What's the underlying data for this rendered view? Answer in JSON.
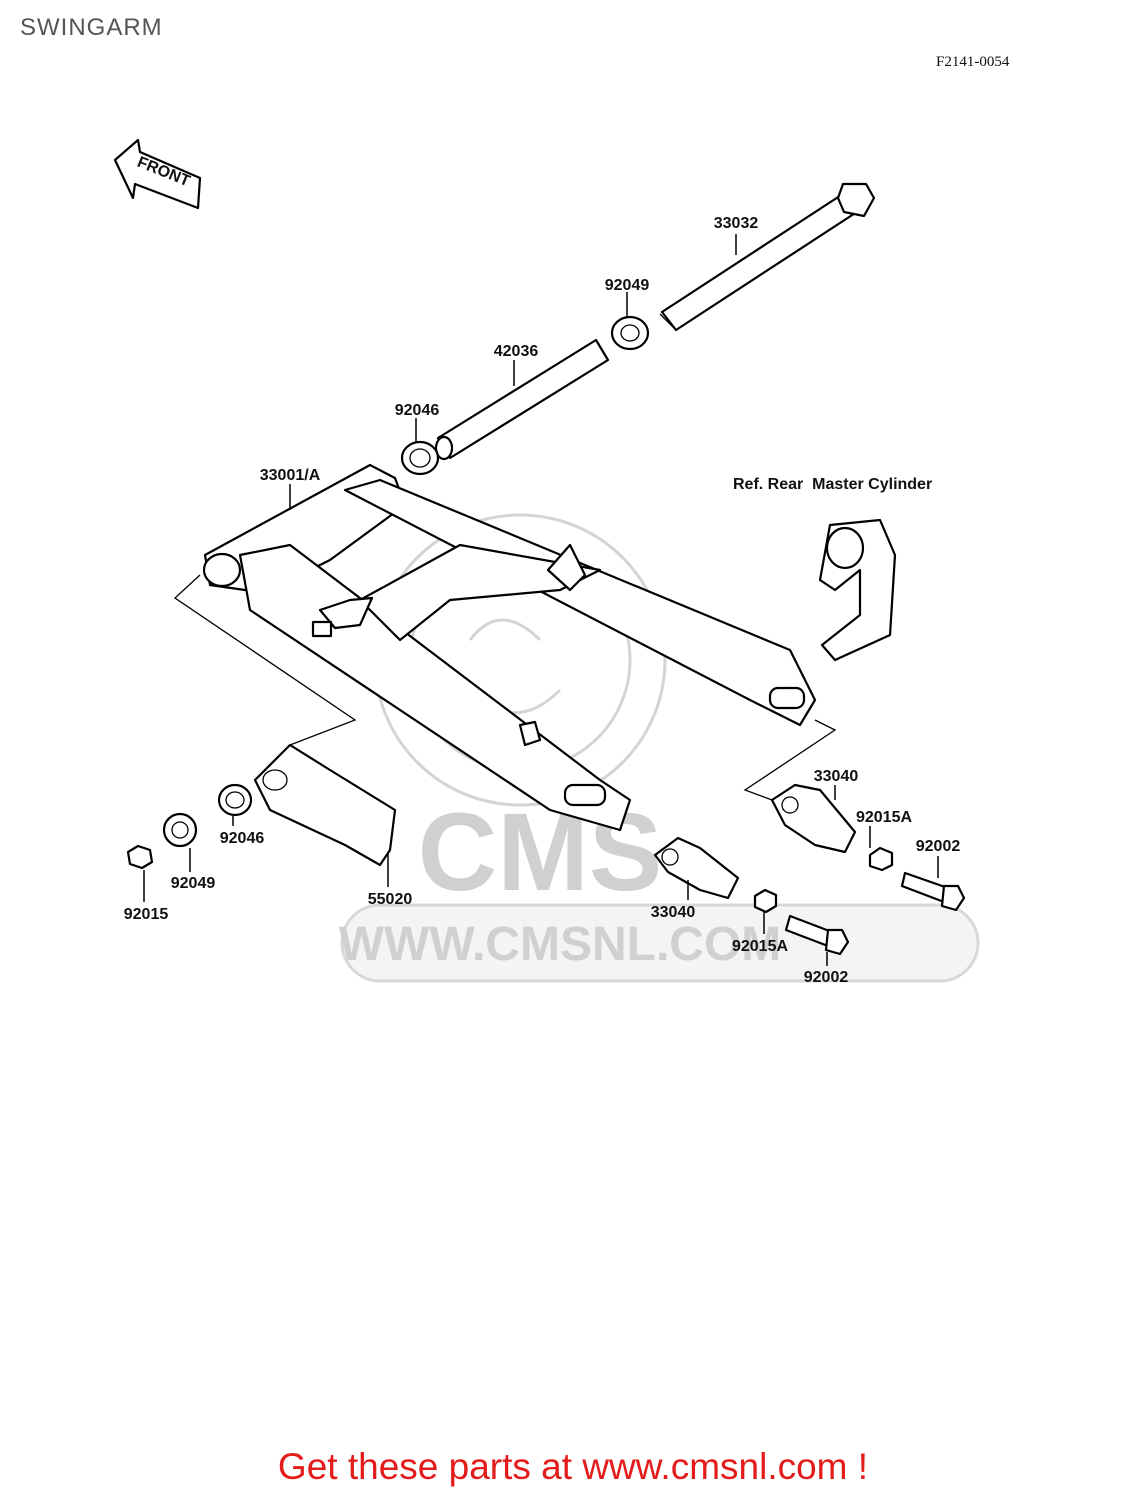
{
  "page": {
    "title": "SWINGARM",
    "diagram_code": "F2141-0054",
    "front_label": "FRONT",
    "reference_note": "Ref. Rear  Master Cylinder",
    "watermark": "WWW.CMSNL.COM",
    "watermark_logo": "CMS",
    "banner": "Get these parts at www.cmsnl.com !"
  },
  "callouts": {
    "c33032": "33032",
    "c92049_top": "92049",
    "c42036": "42036",
    "c92046_top": "92046",
    "c33001A": "33001/A",
    "c33040_right": "33040",
    "c92015A_right": "92015A",
    "c92002_right": "92002",
    "c92046_left": "92046",
    "c92049_left": "92049",
    "c92015_left": "92015",
    "c55020": "55020",
    "c33040_bottom": "33040",
    "c92015A_bottom": "92015A",
    "c92002_bottom": "92002"
  }
}
